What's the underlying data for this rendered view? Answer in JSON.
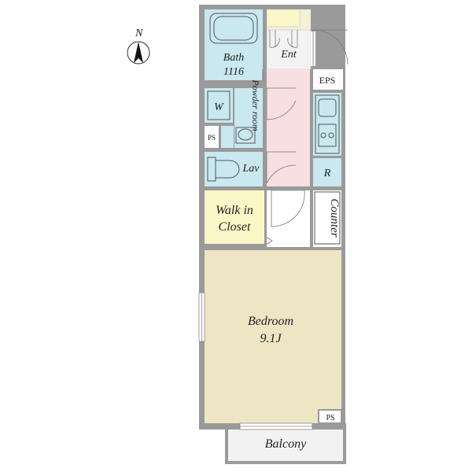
{
  "compass": {
    "north_label": "N"
  },
  "rooms": {
    "bath": {
      "name": "Bath",
      "size": "1116"
    },
    "entrance": {
      "name": "Ent"
    },
    "eps": {
      "name": "EPS"
    },
    "washer": {
      "name": "W"
    },
    "powder_room": {
      "name": "Powder room"
    },
    "ps_top": {
      "name": "PS"
    },
    "lavatory": {
      "name": "Lav"
    },
    "refrigerator": {
      "name": "R"
    },
    "walk_in_closet": {
      "line1": "Walk in",
      "line2": "Closet"
    },
    "counter": {
      "name": "Counter"
    },
    "bedroom": {
      "name": "Bedroom",
      "size": "9.1J"
    },
    "ps_bottom": {
      "name": "PS"
    },
    "balcony": {
      "name": "Balcony"
    }
  },
  "colors": {
    "wet_area": "#c9e8ef",
    "hall": "#f8dfe2",
    "closet": "#fbf7c8",
    "bedroom": "#eee5c4",
    "entrance": "#f3f1d6",
    "wall": "#9a9a9a",
    "balcony": "#f2f2f2"
  }
}
